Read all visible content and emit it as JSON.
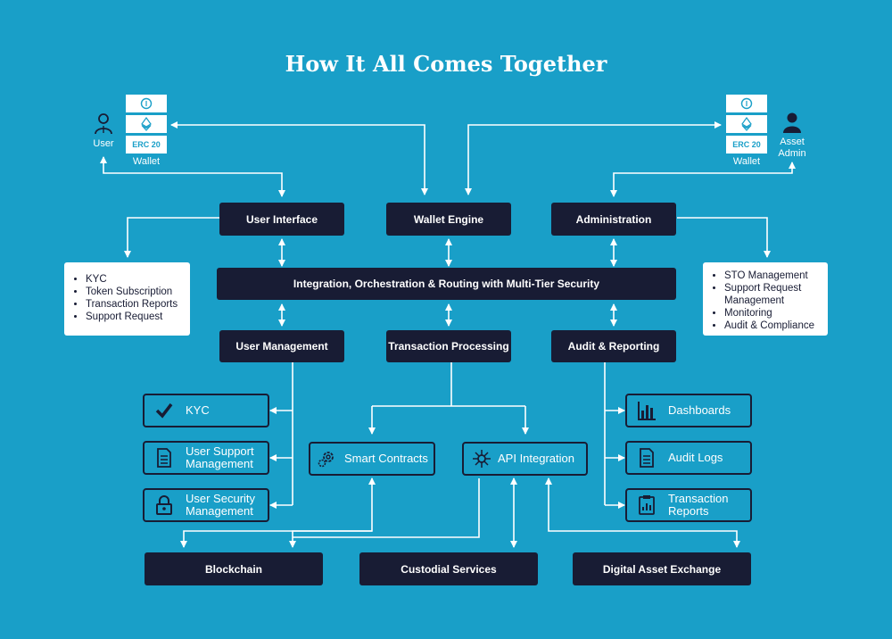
{
  "title": "How It All Comes Together",
  "actors": {
    "user": "User",
    "admin": "Asset\nAdmin",
    "wallet_left": {
      "token": "ERC 20",
      "label": "Wallet"
    },
    "wallet_right": {
      "token": "ERC 20",
      "label": "Wallet"
    }
  },
  "top_boxes": {
    "user_interface": "User Interface",
    "wallet_engine": "Wallet Engine",
    "administration": "Administration"
  },
  "integration_bar": "Integration, Orchestration & Routing with Multi-Tier Security",
  "left_panel": [
    "KYC",
    "Token Subscription",
    "Transaction Reports",
    "Support Request"
  ],
  "right_panel": [
    "STO Management",
    "Support Request\nManagement",
    "Monitoring",
    "Audit & Compliance"
  ],
  "middle_boxes": {
    "user_management": "User Management",
    "transaction_processing": "Transaction Processing",
    "audit_reporting": "Audit & Reporting"
  },
  "user_mgmt_items": [
    {
      "label": "KYC",
      "icon": "check-icon"
    },
    {
      "label": "User Support\nManagement",
      "icon": "document-icon"
    },
    {
      "label": "User Security\nManagement",
      "icon": "lock-icon"
    }
  ],
  "transaction_items": [
    {
      "label": "Smart Contracts",
      "icon": "gears-icon"
    },
    {
      "label": "API Integration",
      "icon": "network-icon"
    }
  ],
  "audit_items": [
    {
      "label": "Dashboards",
      "icon": "bar-chart-icon"
    },
    {
      "label": "Audit Logs",
      "icon": "document-icon"
    },
    {
      "label": "Transaction\nReports",
      "icon": "report-icon"
    }
  ],
  "bottom_boxes": {
    "blockchain": "Blockchain",
    "custodial": "Custodial Services",
    "exchange": "Digital Asset Exchange"
  },
  "colors": {
    "background": "#199fc8",
    "box": "#181c34",
    "line": "#ffffff"
  }
}
